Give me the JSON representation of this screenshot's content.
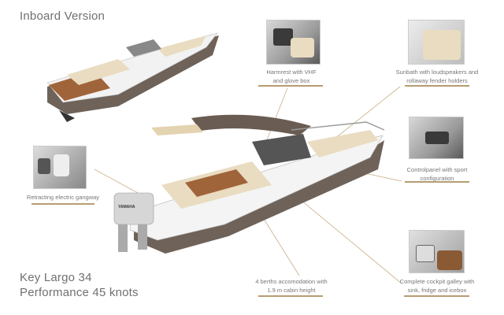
{
  "heading": "Inboard Version",
  "model": {
    "name": "Key Largo 34",
    "performance": "Performance 45 knots"
  },
  "callouts": [
    {
      "id": "harmrest",
      "line1": "Harmrest with VHF",
      "line2": "and glove box"
    },
    {
      "id": "sunbath",
      "line1": "Sunbath with loudspeakers and",
      "line2": "rollaway fender holders"
    },
    {
      "id": "controlpanel",
      "line1": "Controlpanel with sport",
      "line2": "configuration"
    },
    {
      "id": "gangway",
      "line1": "Retracting electric gangway"
    },
    {
      "id": "berths",
      "line1": "4 berths accomodation with",
      "line2": "1.9 m cabin height"
    },
    {
      "id": "galley",
      "line1": "Complete cockpit galley with",
      "line2": "sink, fridge and icebox"
    }
  ],
  "engine_brand": "YAMAHA",
  "colors": {
    "accent": "#b79c72",
    "hull": "#6e6259",
    "deck": "#e9dcc0"
  }
}
